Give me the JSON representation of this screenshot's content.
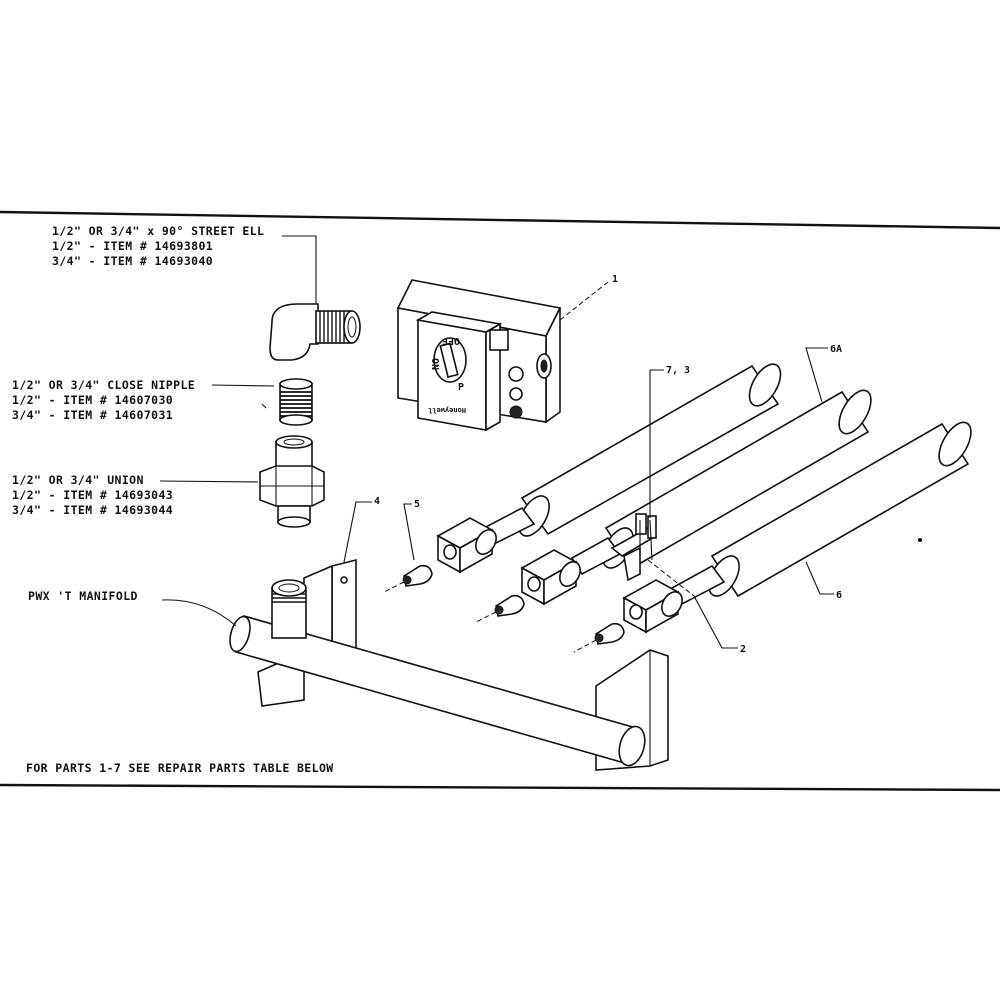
{
  "labels": {
    "street_ell": {
      "title": "1/2\" OR 3/4\" x 90° STREET ELL",
      "line1": "1/2\" - ITEM # 14693801",
      "line2": "3/4\" - ITEM # 14693040"
    },
    "close_nipple": {
      "title": "1/2\" OR 3/4\" CLOSE NIPPLE",
      "line1": "1/2\" - ITEM # 14607030",
      "line2": "3/4\" - ITEM # 14607031"
    },
    "union": {
      "title": "1/2\" OR 3/4\" UNION",
      "line1": "1/2\" - ITEM # 14693043",
      "line2": "3/4\" - ITEM # 14693044"
    },
    "manifold": "PWX 'T MANIFOLD",
    "footer": "FOR PARTS 1-7 SEE REPAIR PARTS TABLE BELOW"
  },
  "callouts": {
    "valve": "1",
    "thermocouple": "7, 3",
    "burner_top": "6A",
    "bracket": "4",
    "orifice": "5",
    "burner_front": "6",
    "pilot_bracket": "2"
  },
  "valve_face": {
    "off": "OFF",
    "on": "ON",
    "p": "P",
    "brand": "Honeywell"
  }
}
